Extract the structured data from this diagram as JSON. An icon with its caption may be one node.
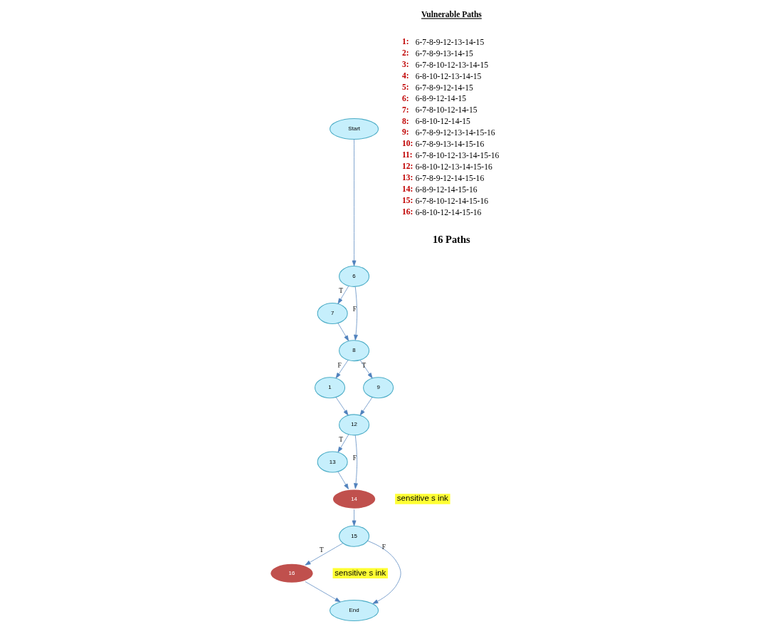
{
  "diagram": {
    "nodes": [
      {
        "text": [
          "Start"
        ]
      },
      {
        "text": [
          "6"
        ]
      },
      {
        "text": [
          "7"
        ]
      },
      {
        "text": [
          "8"
        ]
      },
      {
        "text": [
          "1"
        ]
      },
      {
        "text": [
          "9"
        ]
      },
      {
        "text": [
          "12"
        ]
      },
      {
        "text": [
          "13"
        ]
      },
      {
        "text": [
          "14"
        ],
        "beside": [
          "sensitive s ink"
        ]
      },
      {
        "text": [
          "15"
        ]
      },
      {
        "text": [
          "16"
        ],
        "beside": [
          "sensitive s ink"
        ]
      },
      {
        "text": [
          "End"
        ]
      }
    ],
    "edges": [
      {
        "from": 0,
        "to": 1,
        "arrow": "to"
      },
      {
        "from": 1,
        "to": 2,
        "arrow": "to",
        "label": "T"
      },
      {
        "from": 1,
        "to": 3,
        "arrow": "to",
        "label": "F"
      },
      {
        "from": 2,
        "to": 3,
        "arrow": "to"
      },
      {
        "from": 3,
        "to": 4,
        "arrow": "to",
        "label": "F"
      },
      {
        "from": 3,
        "to": 5,
        "arrow": "to",
        "label": "T"
      },
      {
        "from": 4,
        "to": 6,
        "arrow": "to"
      },
      {
        "from": 5,
        "to": 6,
        "arrow": "to"
      },
      {
        "from": 6,
        "to": 8,
        "arrow": "to",
        "label": "F"
      },
      {
        "from": 6,
        "to": 7,
        "arrow": "to",
        "label": "T"
      },
      {
        "from": 7,
        "to": 8,
        "arrow": "to"
      },
      {
        "from": 8,
        "to": 9,
        "arrow": "to"
      },
      {
        "from": 9,
        "to": 11,
        "arrow": "to",
        "label": "F"
      },
      {
        "from": 9,
        "to": 10,
        "arrow": "to",
        "label": "T"
      },
      {
        "from": 10,
        "to": 11,
        "arrow": "to"
      }
    ],
    "labels": [
      "Vulnerable Paths",
      "1:",
      "6-7-8-9-12-13-14-15",
      "2:",
      "6-7-8-9-13-14-15",
      "3:",
      "6-7-8-10-12-13-14-15",
      "4:",
      "6-8-10-12-13-14-15",
      "5:",
      "6-7-8-9-12-14-15",
      "6:",
      "6-8-9-12-14-15",
      "7:",
      "6-7-8-10-12-14-15",
      "8:",
      "6-8-10-12-14-15",
      "9:",
      "6-7-8-9-12-13-14-15-16",
      "10:",
      "6-7-8-9-13-14-15-16",
      "11:",
      "6-7-8-10-12-13-14-15-16",
      "12:",
      "6-8-10-12-13-14-15-16",
      "13:",
      "6-7-8-9-12-14-15-16",
      "14:",
      "6-8-9-12-14-15-16",
      "15:",
      "6-7-8-10-12-14-15-16",
      "16:",
      "6-8-10-12-14-15-16",
      "16 Paths"
    ]
  }
}
